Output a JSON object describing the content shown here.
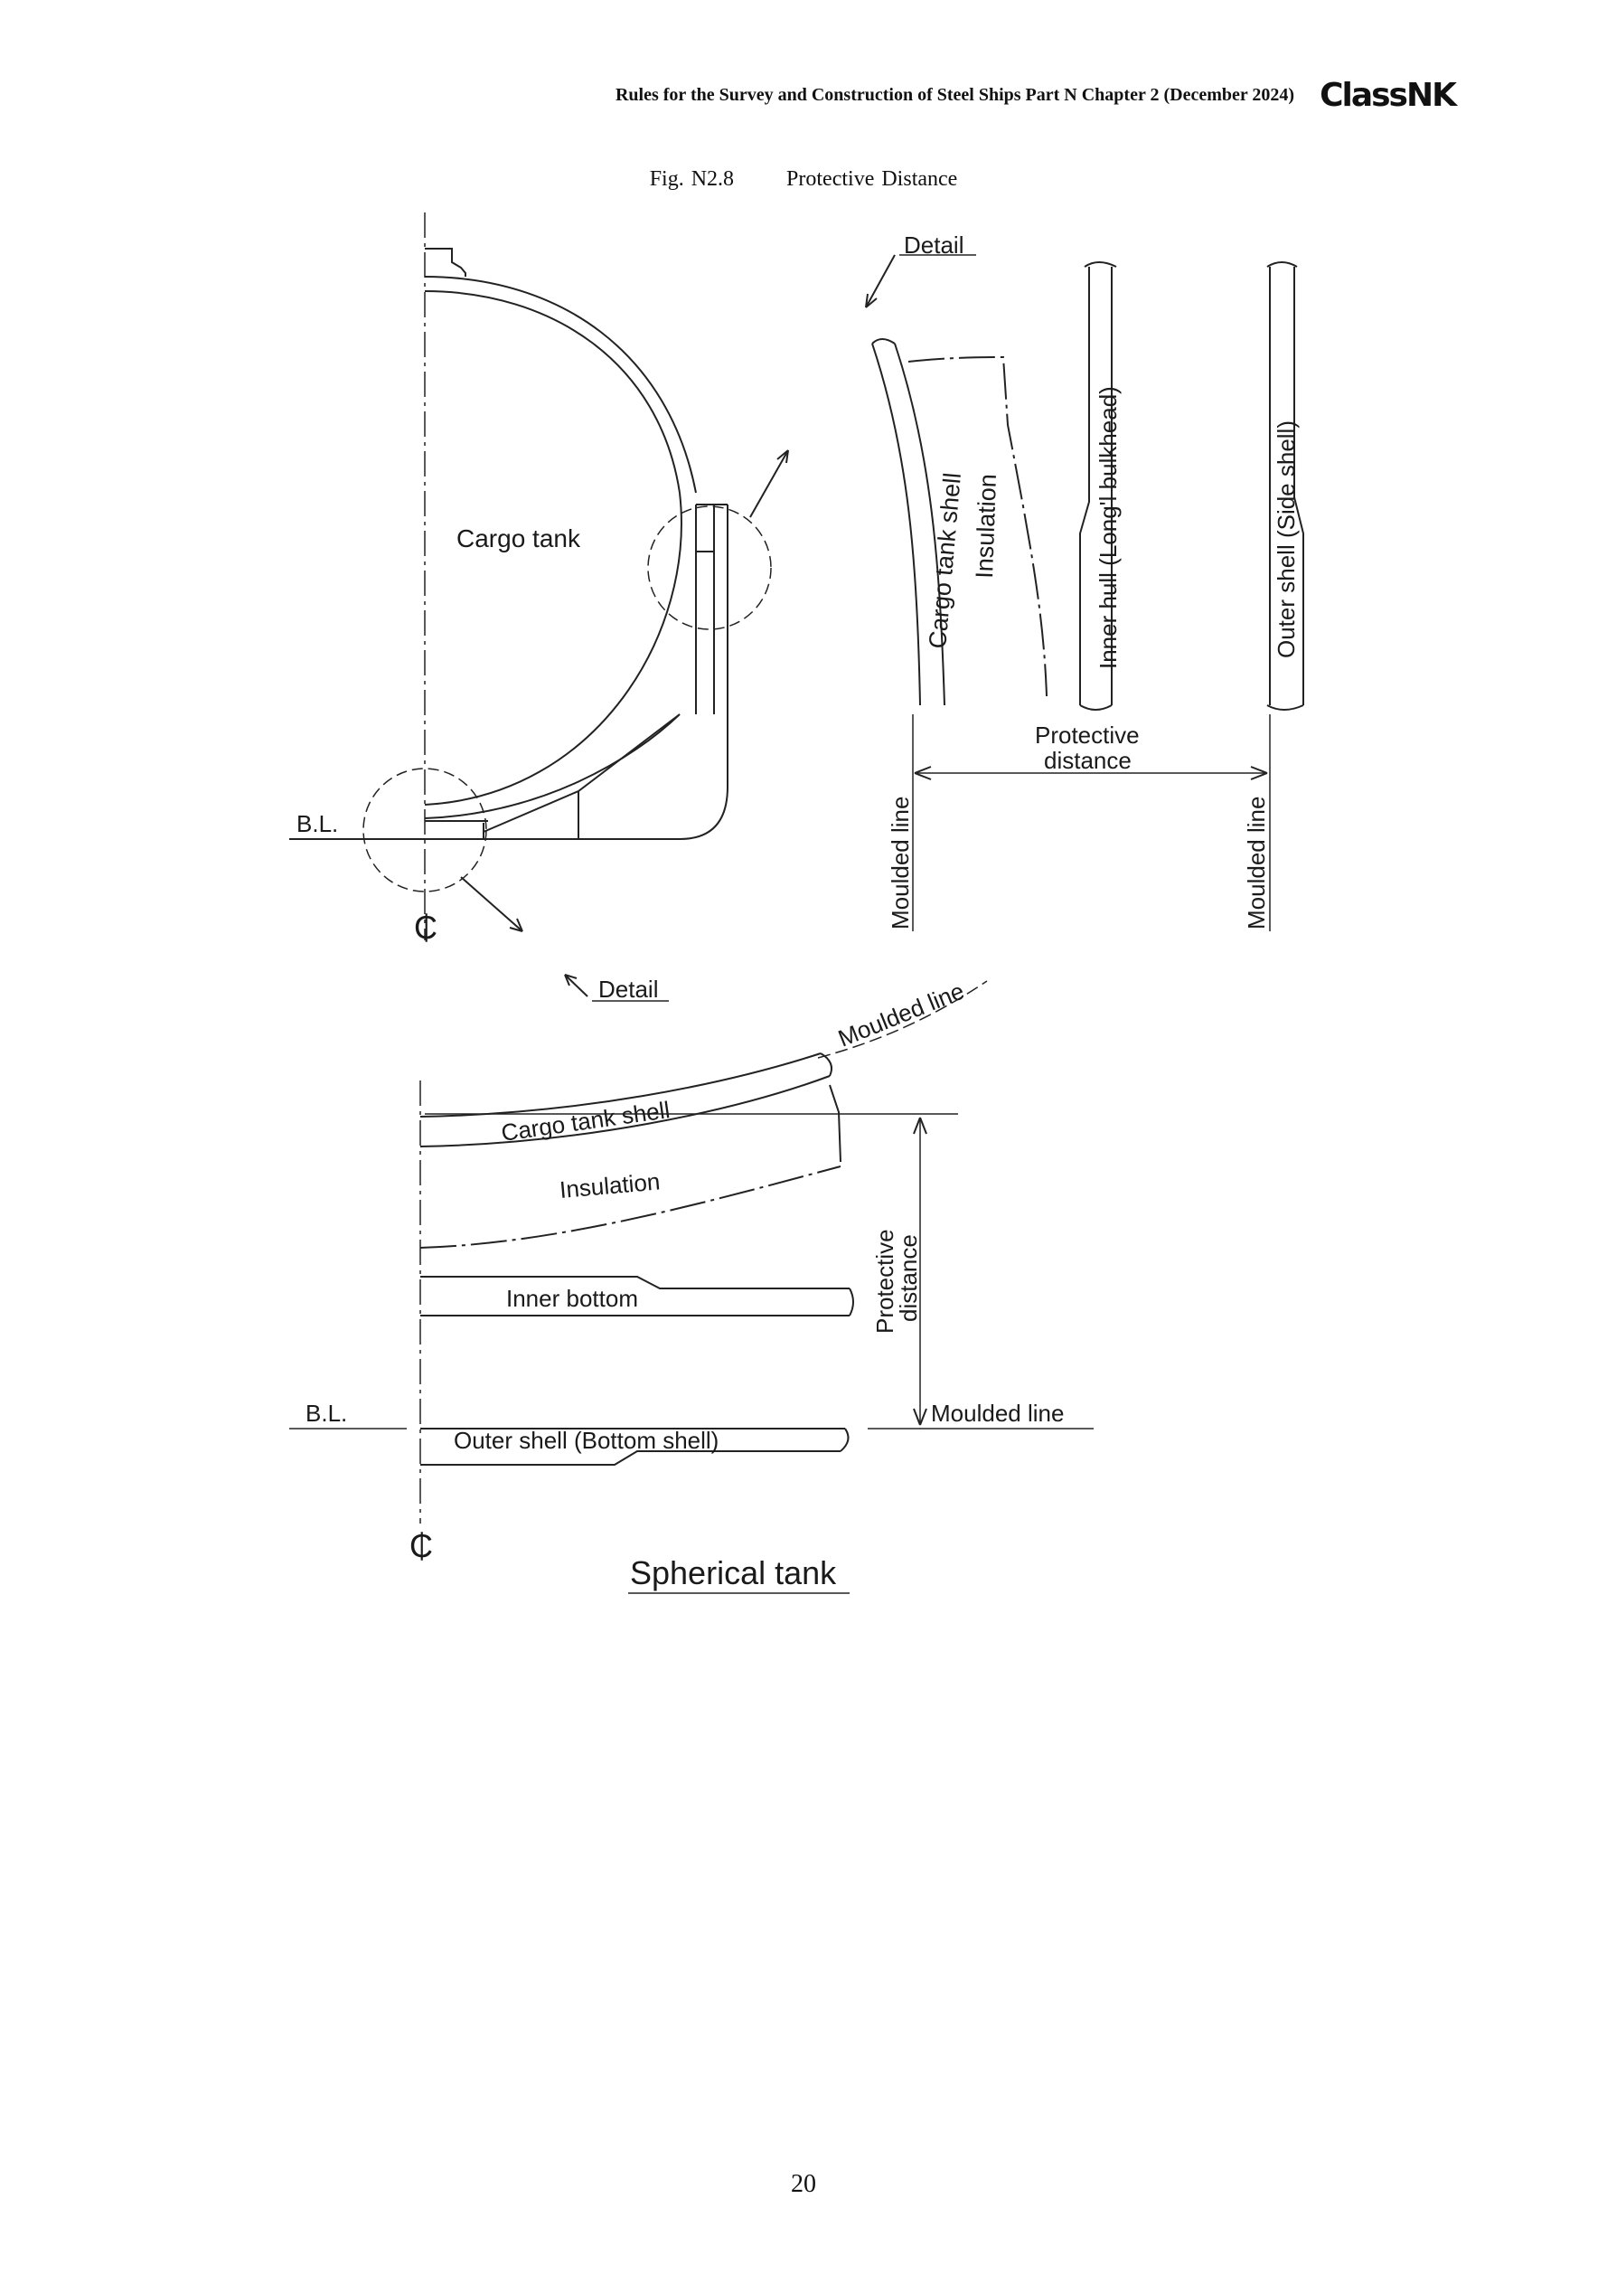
{
  "header": {
    "running_title": "Rules for the Survey and Construction of Steel Ships Part N Chapter 2 (December 2024)",
    "logo_text": "ClassNK"
  },
  "figure": {
    "number": "Fig. N2.8",
    "title": "Protective Distance"
  },
  "main_view": {
    "cargo_tank_label": "Cargo tank",
    "baseline_label": "B.L.",
    "centerline_symbol": "₵"
  },
  "side_detail": {
    "detail_label": "Detail",
    "cargo_tank_shell_label": "Cargo tank shell",
    "insulation_label": "Insulation",
    "inner_hull_label": "Inner hull (Long'l bulkhead)",
    "outer_shell_label": "Outer shell (Side shell)",
    "protective_distance_line1": "Protective",
    "protective_distance_line2": "distance",
    "moulded_line_left": "Moulded line",
    "moulded_line_right": "Moulded line"
  },
  "bottom_detail": {
    "detail_label": "Detail",
    "moulded_line_top": "Moulded line",
    "cargo_tank_shell_label": "Cargo tank shell",
    "insulation_label": "Insulation",
    "inner_bottom_label": "Inner bottom",
    "protective_distance_line1": "Protective",
    "protective_distance_line2": "distance",
    "baseline_label": "B.L.",
    "moulded_line_label": "Moulded line",
    "outer_shell_label": "Outer shell (Bottom shell)",
    "centerline_symbol": "₵",
    "subtitle": "Spherical tank"
  },
  "page_number": "20"
}
